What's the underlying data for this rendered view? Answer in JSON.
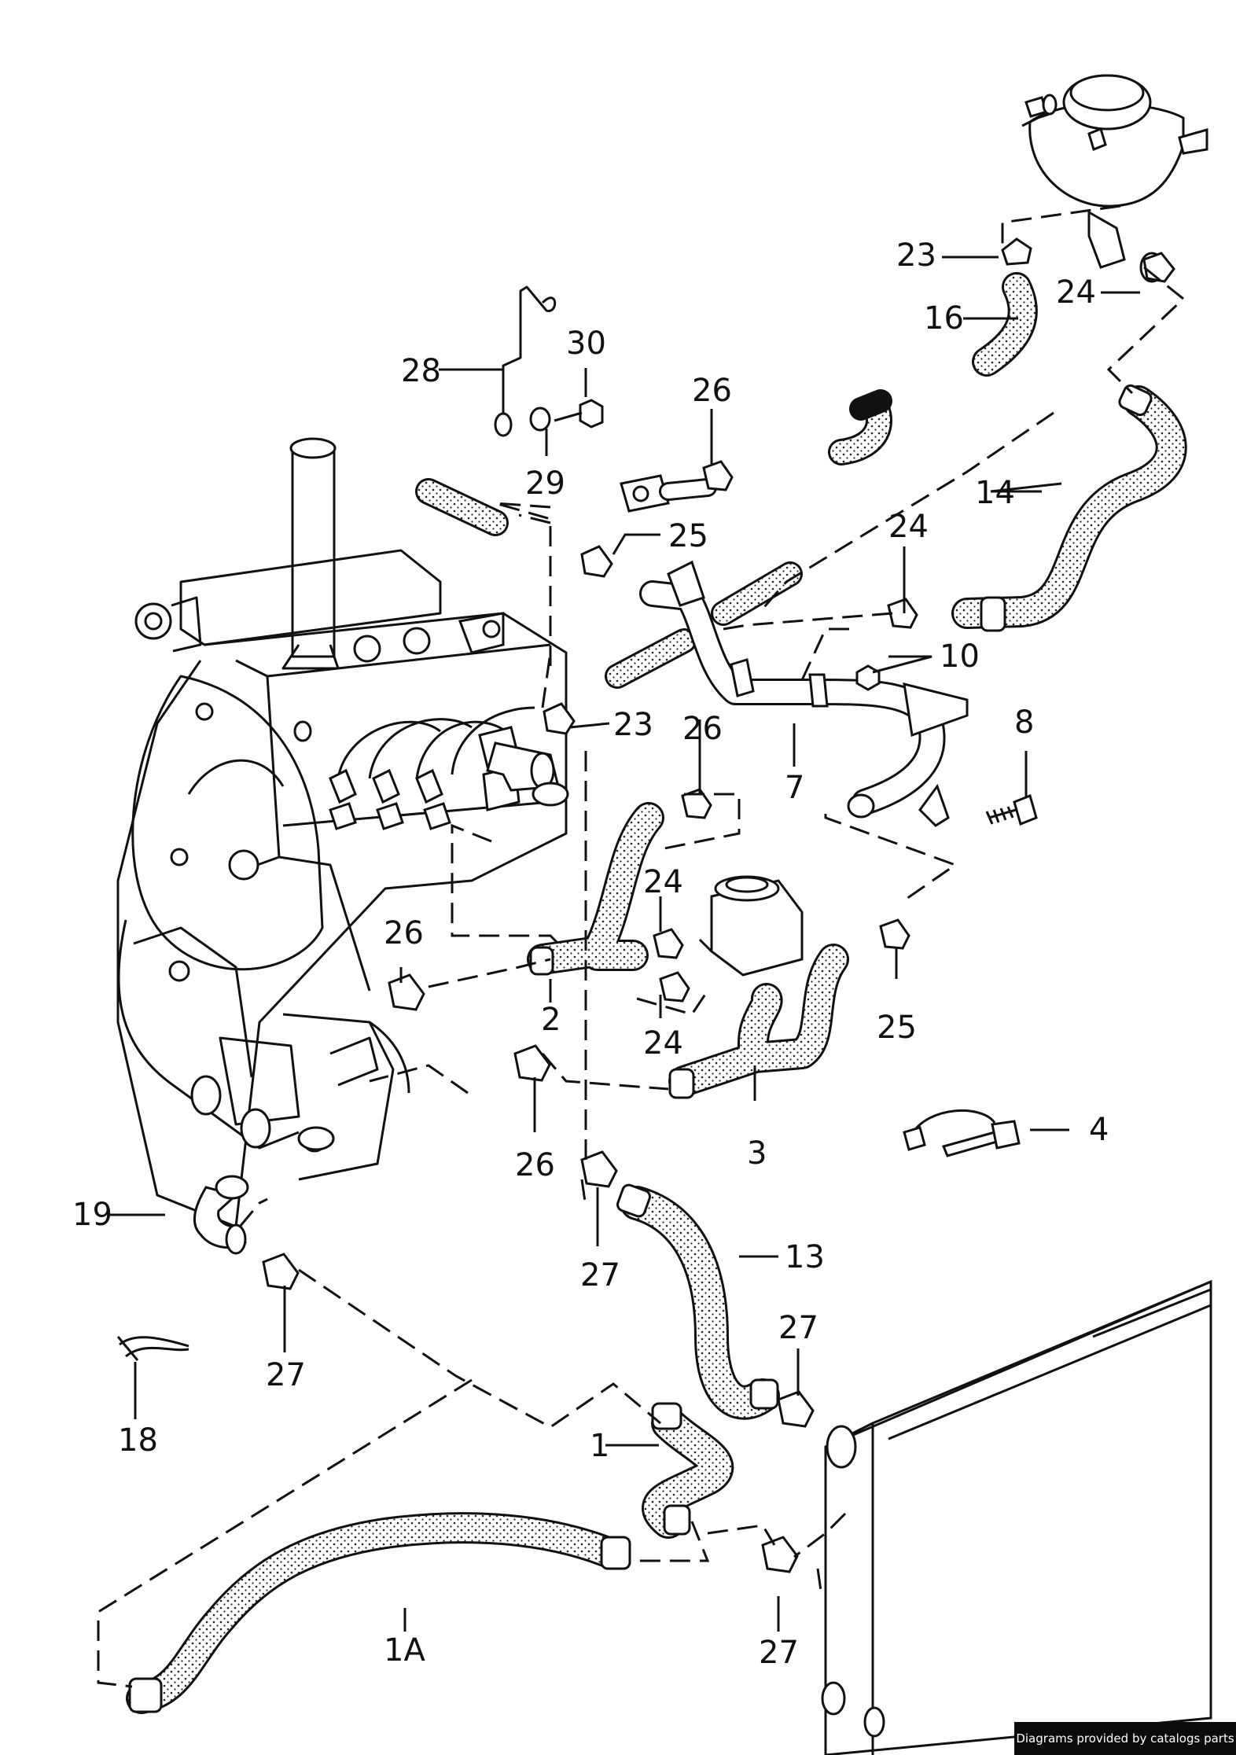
{
  "callouts": {
    "c1": "1",
    "c1A": "1A",
    "c2": "2",
    "c3": "3",
    "c4": "4",
    "c7": "7",
    "c8": "8",
    "c10": "10",
    "c13": "13",
    "c14": "14",
    "c16": "16",
    "c18": "18",
    "c19": "19",
    "c23a": "23",
    "c23b": "23",
    "c24a": "24",
    "c24b": "24",
    "c24c": "24",
    "c24d": "24",
    "c25a": "25",
    "c25b": "25",
    "c26a": "26",
    "c26b": "26",
    "c26c": "26",
    "c26d": "26",
    "c27a": "27",
    "c27b": "27",
    "c27c": "27",
    "c27d": "27",
    "c28": "28",
    "c29": "29",
    "c30": "30"
  },
  "footer": {
    "credit": "Diagrams provided by catalogs parts"
  }
}
